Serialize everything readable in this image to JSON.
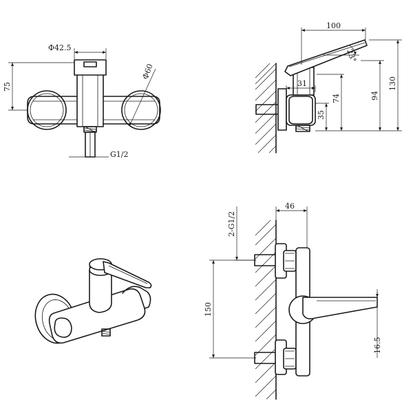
{
  "front_view": {
    "dia_body": "Φ42.5",
    "dia_flange": "Φ60",
    "height": "75",
    "thread": "G1/2"
  },
  "side_view": {
    "width": "100",
    "angle": "23°",
    "offset": "31",
    "inlet_height": "35",
    "spout_height": "74",
    "lever_height": "94",
    "total_height": "130"
  },
  "top_view": {
    "thread": "2-G1/2",
    "depth": "46",
    "centers": "150",
    "spout_dia": "16.5"
  }
}
